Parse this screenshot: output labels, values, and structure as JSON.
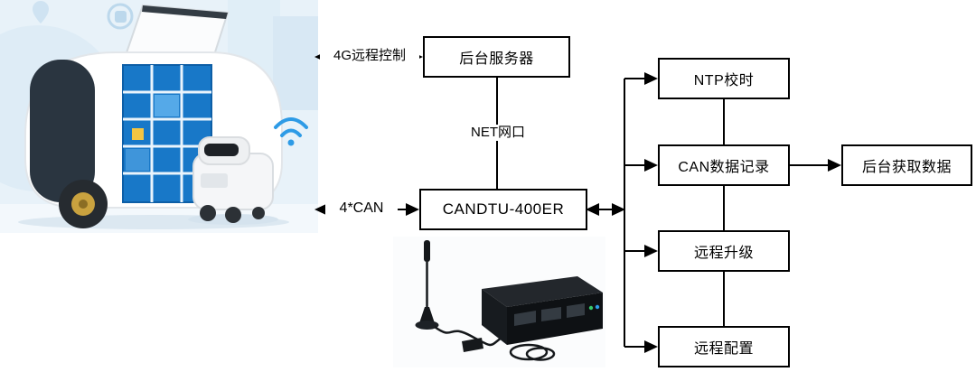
{
  "diagram": {
    "nodes": [
      {
        "id": "backend-server",
        "label": "后台服务器"
      },
      {
        "id": "candtu-400er",
        "label": "CANDTU-400ER"
      },
      {
        "id": "ntp-sync",
        "label": "NTP校时"
      },
      {
        "id": "can-record",
        "label": "CAN数据记录"
      },
      {
        "id": "remote-upgrade",
        "label": "远程升级"
      },
      {
        "id": "remote-config",
        "label": "远程配置"
      },
      {
        "id": "backend-fetch",
        "label": "后台获取数据"
      }
    ],
    "edge_labels": {
      "remote_4g": "4G远程控制",
      "net_port": "NET网口",
      "can_channels": "4*CAN"
    },
    "style": {
      "line_color": "#000000",
      "box_fill": "#ffffff",
      "box_border": "#000000"
    }
  },
  "illustration": {
    "vehicle_photo": "autonomous-delivery-vehicle-with-locker-and-robot",
    "device_photo": "candtu-400er-device-with-antenna",
    "accent_blue": "#1878c8",
    "wifi_color": "#2e9be6"
  }
}
